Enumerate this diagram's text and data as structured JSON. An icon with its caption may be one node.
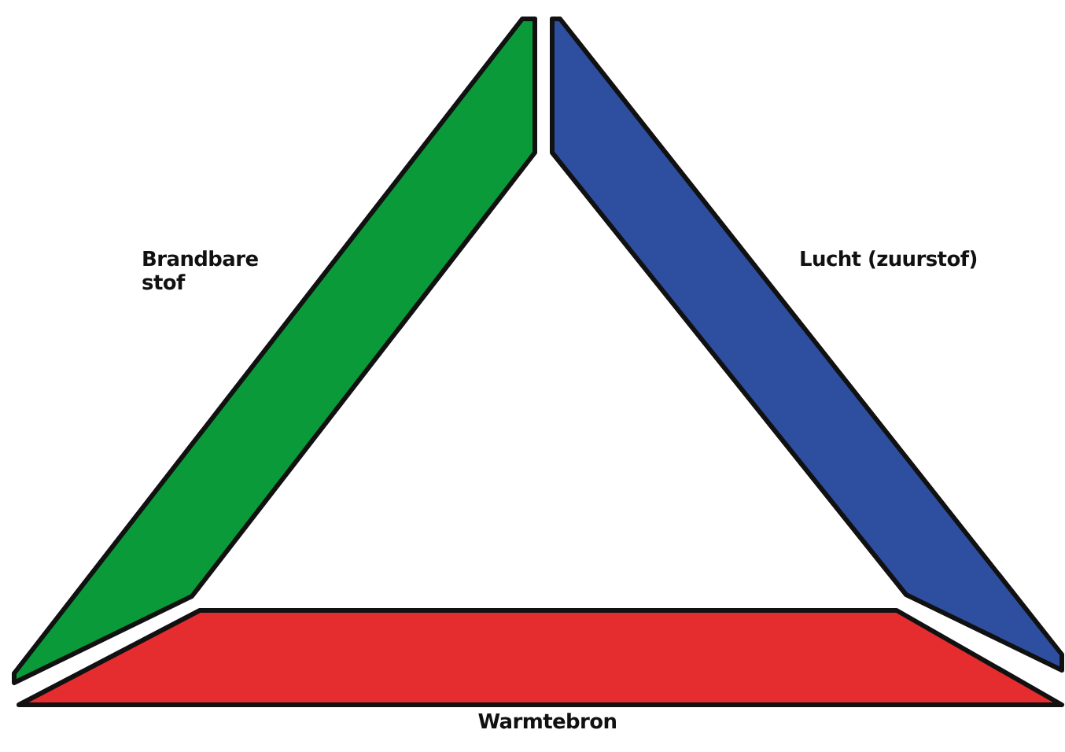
{
  "diagram": {
    "nodes": [
      {
        "text": [
          "Brandbare stof"
        ]
      },
      {
        "text": [
          "Lucht (zuurstof)"
        ]
      },
      {
        "text": [
          "Warmtebron"
        ]
      }
    ]
  }
}
